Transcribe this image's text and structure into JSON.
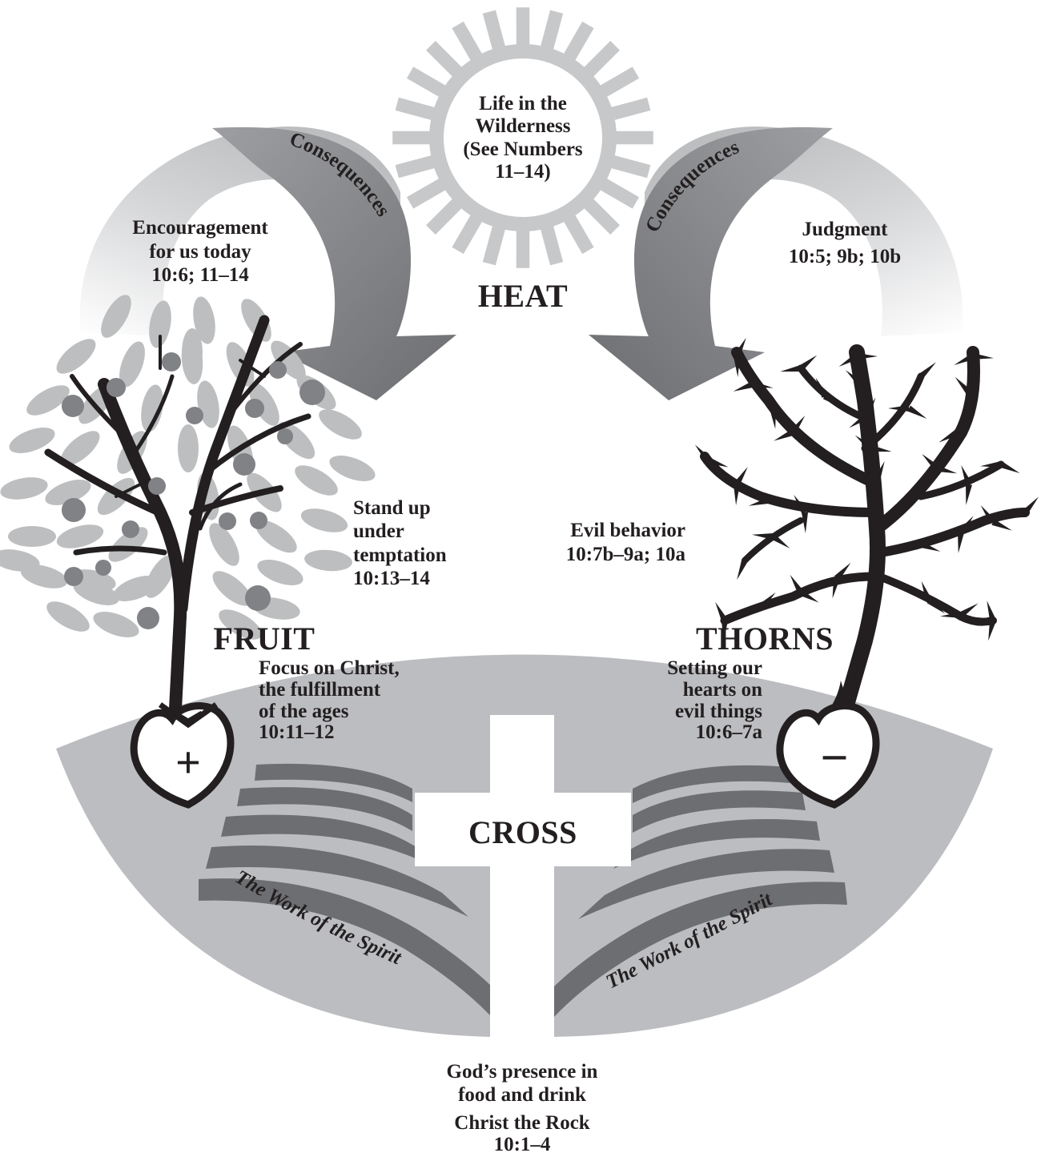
{
  "heat": {
    "label": "HEAT",
    "sun_lines": [
      "Life in the",
      "Wilderness",
      "(See Numbers",
      "11–14)"
    ]
  },
  "consequences_left": "Consequences",
  "consequences_right": "Consequences",
  "encouragement": {
    "lines": [
      "Encouragement",
      "for us today",
      "10:6; 11–14"
    ]
  },
  "judgment": {
    "lines": [
      "Judgment",
      "10:5; 9b; 10b"
    ]
  },
  "stand_up": {
    "lines": [
      "Stand up",
      "under",
      "temptation",
      "10:13–14"
    ]
  },
  "evil_behavior": {
    "lines": [
      "Evil behavior",
      "10:7b–9a; 10a"
    ]
  },
  "fruit": {
    "label": "FRUIT",
    "focus_lines": [
      "Focus on Christ,",
      "the fulfillment",
      "of the ages",
      "10:11–12"
    ],
    "heart_symbol": "+"
  },
  "thorns": {
    "label": "THORNS",
    "setting_lines": [
      "Setting our",
      "hearts on",
      "evil things",
      "10:6–7a"
    ],
    "heart_symbol": "−"
  },
  "cross": {
    "label": "CROSS"
  },
  "spirit_left": "The Work of the Spirit",
  "spirit_right": "The Work of the Spirit",
  "bottom": {
    "presence_lines": [
      "God’s presence in",
      "food and drink"
    ],
    "rock_lines": [
      "Christ the Rock",
      "10:1–4"
    ]
  },
  "colors": {
    "ground": "#bcbdc0",
    "ground_dark": "#6d6e71",
    "ink": "#231f20",
    "sun": "#c7c8ca",
    "leaf": "#bcbec0",
    "fruit": "#808285",
    "arrow_dark": "#7a7b7e"
  }
}
